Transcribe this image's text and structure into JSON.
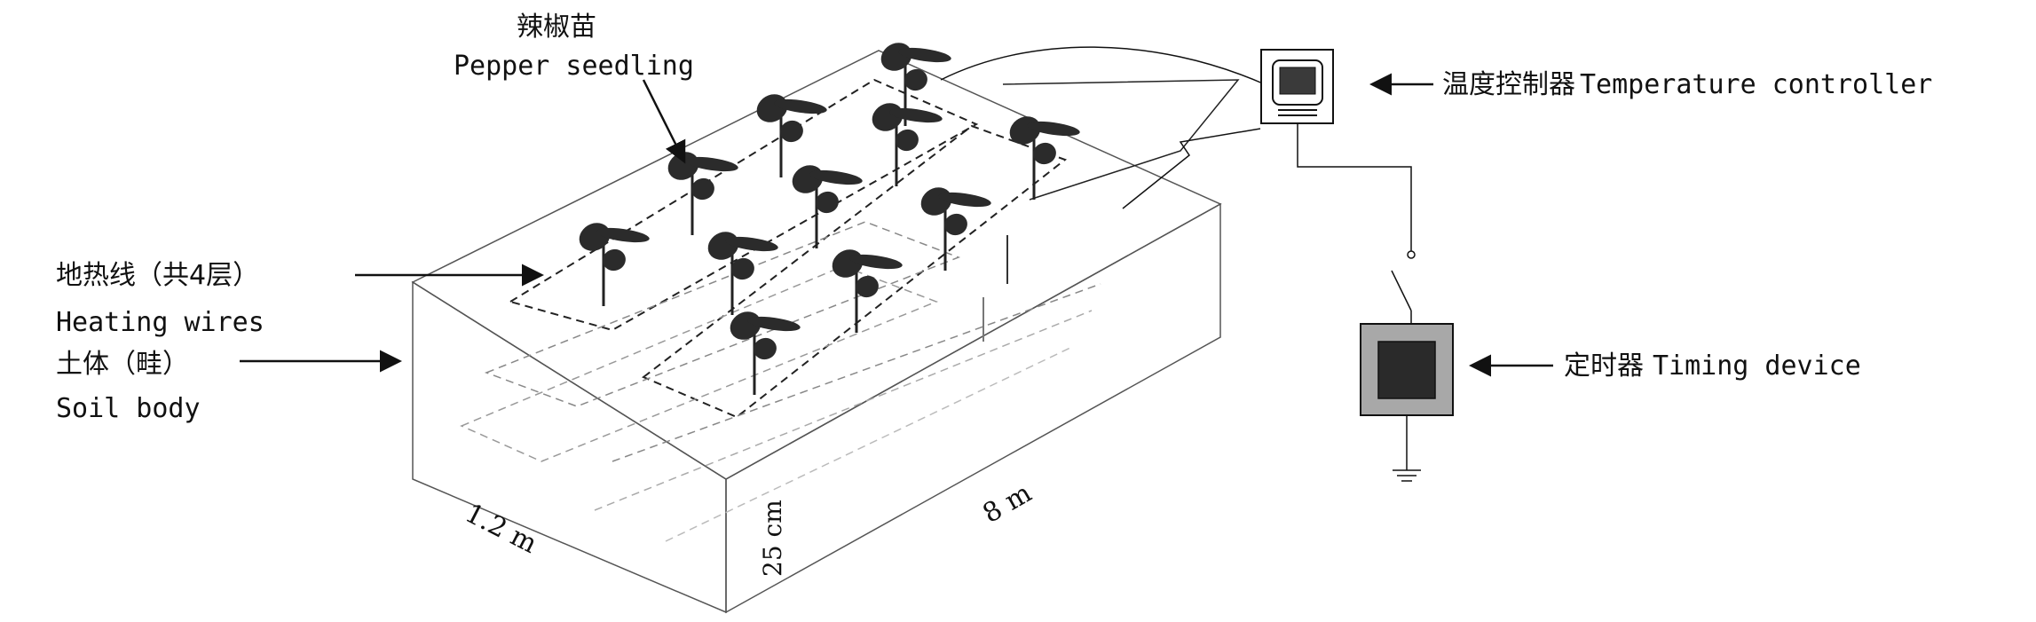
{
  "labels": {
    "seedling_cn": "辣椒苗",
    "seedling_en": "Pepper seedling",
    "controller_cn": "温度控制器",
    "controller_en": "Temperature controller",
    "timer_cn": "定时器",
    "timer_en": "Timing device",
    "wires_cn": "地热线（共4层）",
    "wires_en": "Heating wires",
    "soil_cn": "土体（畦）",
    "soil_en": "Soil body"
  },
  "dimensions": {
    "width": "1.2 m",
    "length": "8 m",
    "depth": "25 cm"
  },
  "colors": {
    "leaf": "#2b2b2b",
    "line": "#111111",
    "timer_fill": "#a8a8a8",
    "timer_inner": "#2a2a2a",
    "screen": "#3a3a3a"
  },
  "icons": {
    "seedling": "seedling-icon",
    "controller": "monitor-icon",
    "timer": "timer-box-icon",
    "switch": "switch-icon",
    "ground": "ground-icon"
  }
}
